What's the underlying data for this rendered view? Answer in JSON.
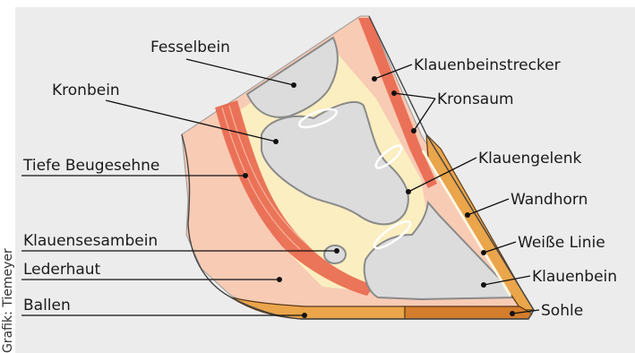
{
  "credit": "Grafik: Tiemeyer",
  "labels": {
    "fesselbein": "Fesselbein",
    "kronbein": "Kronbein",
    "tiefe_beugesehne": "Tiefe Beugesehne",
    "klauensesambein": "Klauensesambein",
    "lederhaut": "Lederhaut",
    "ballen": "Ballen",
    "klauenbeinstrecker": "Klauenbeinstrecker",
    "kronsaum": "Kronsaum",
    "klauengelenk": "Klauengelenk",
    "wandhorn": "Wandhorn",
    "weisse_linie": "Weiße Linie",
    "klauenbein": "Klauenbein",
    "sohle": "Sohle"
  },
  "colors": {
    "background_panel": "#ececec",
    "skin": "#f8cbb5",
    "skin_dark": "#f1a98f",
    "tendon": "#e8674c",
    "bone": "#dcdcdc",
    "bone_outline": "#8a8a8a",
    "cartilage": "#fbeec0",
    "horn": "#eba54a",
    "sole_dark": "#d47d2c"
  }
}
